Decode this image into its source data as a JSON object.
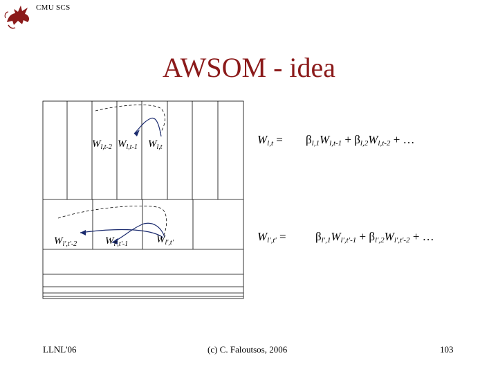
{
  "header": {
    "text": "CMU SCS"
  },
  "slide": {
    "title": "AWSOM - idea"
  },
  "labels": {
    "w_l_t2": {
      "base": "W",
      "sub": "l,t-2"
    },
    "w_l_t1": {
      "base": "W",
      "sub": "l,t-1"
    },
    "w_l_t": {
      "base": "W",
      "sub": "l,t"
    },
    "w_lp_tp2": {
      "base": "W",
      "sub": "l',t'-2"
    },
    "w_lp_tp1": {
      "base": "W",
      "sub": "l',t'-1"
    },
    "w_lp_tp": {
      "base": "W",
      "sub": "l',t'"
    }
  },
  "equations": {
    "eq1": {
      "lhs_base": "W",
      "lhs_sub": "l,t",
      "eq_sign": "=",
      "beta": "β",
      "t1_sub": "l,1",
      "t1_w": "W",
      "t1_wsub": "l,t-1",
      "plus1": "+",
      "t2_sub": "l,2",
      "t2_w": "W",
      "t2_wsub": "l,t-2",
      "tail": "+ …"
    },
    "eq2": {
      "lhs_base": "W",
      "lhs_sub": "l',t'",
      "eq_sign": "=",
      "beta": "β",
      "t1_sub": "l',1",
      "t1_w": "W",
      "t1_wsub": "l',t'-1",
      "plus1": "+",
      "t2_sub": "l',2",
      "t2_w": "W",
      "t2_wsub": "l',t'-2",
      "tail": "+ …"
    }
  },
  "footer": {
    "left": "LLNL'06",
    "center": "(c) C. Faloutsos, 2006",
    "right": "103"
  },
  "colors": {
    "title": "#8b1a1a",
    "arrow": "#1a2a6e",
    "logo": "#8b1a1a"
  }
}
